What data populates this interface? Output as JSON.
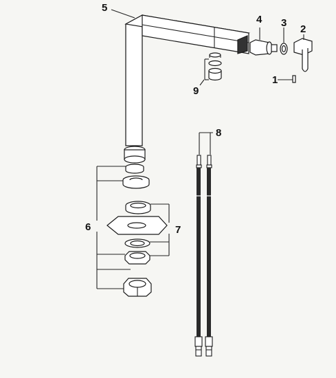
{
  "callouts": {
    "c1": "1",
    "c2": "2",
    "c3": "3",
    "c4": "4",
    "c5": "5",
    "c6": "6",
    "c7": "7",
    "c8": "8",
    "c9": "9"
  },
  "colors": {
    "paper": "#f6f6f3",
    "ink": "#1a1a1a",
    "hose": "#2a2a2a"
  }
}
